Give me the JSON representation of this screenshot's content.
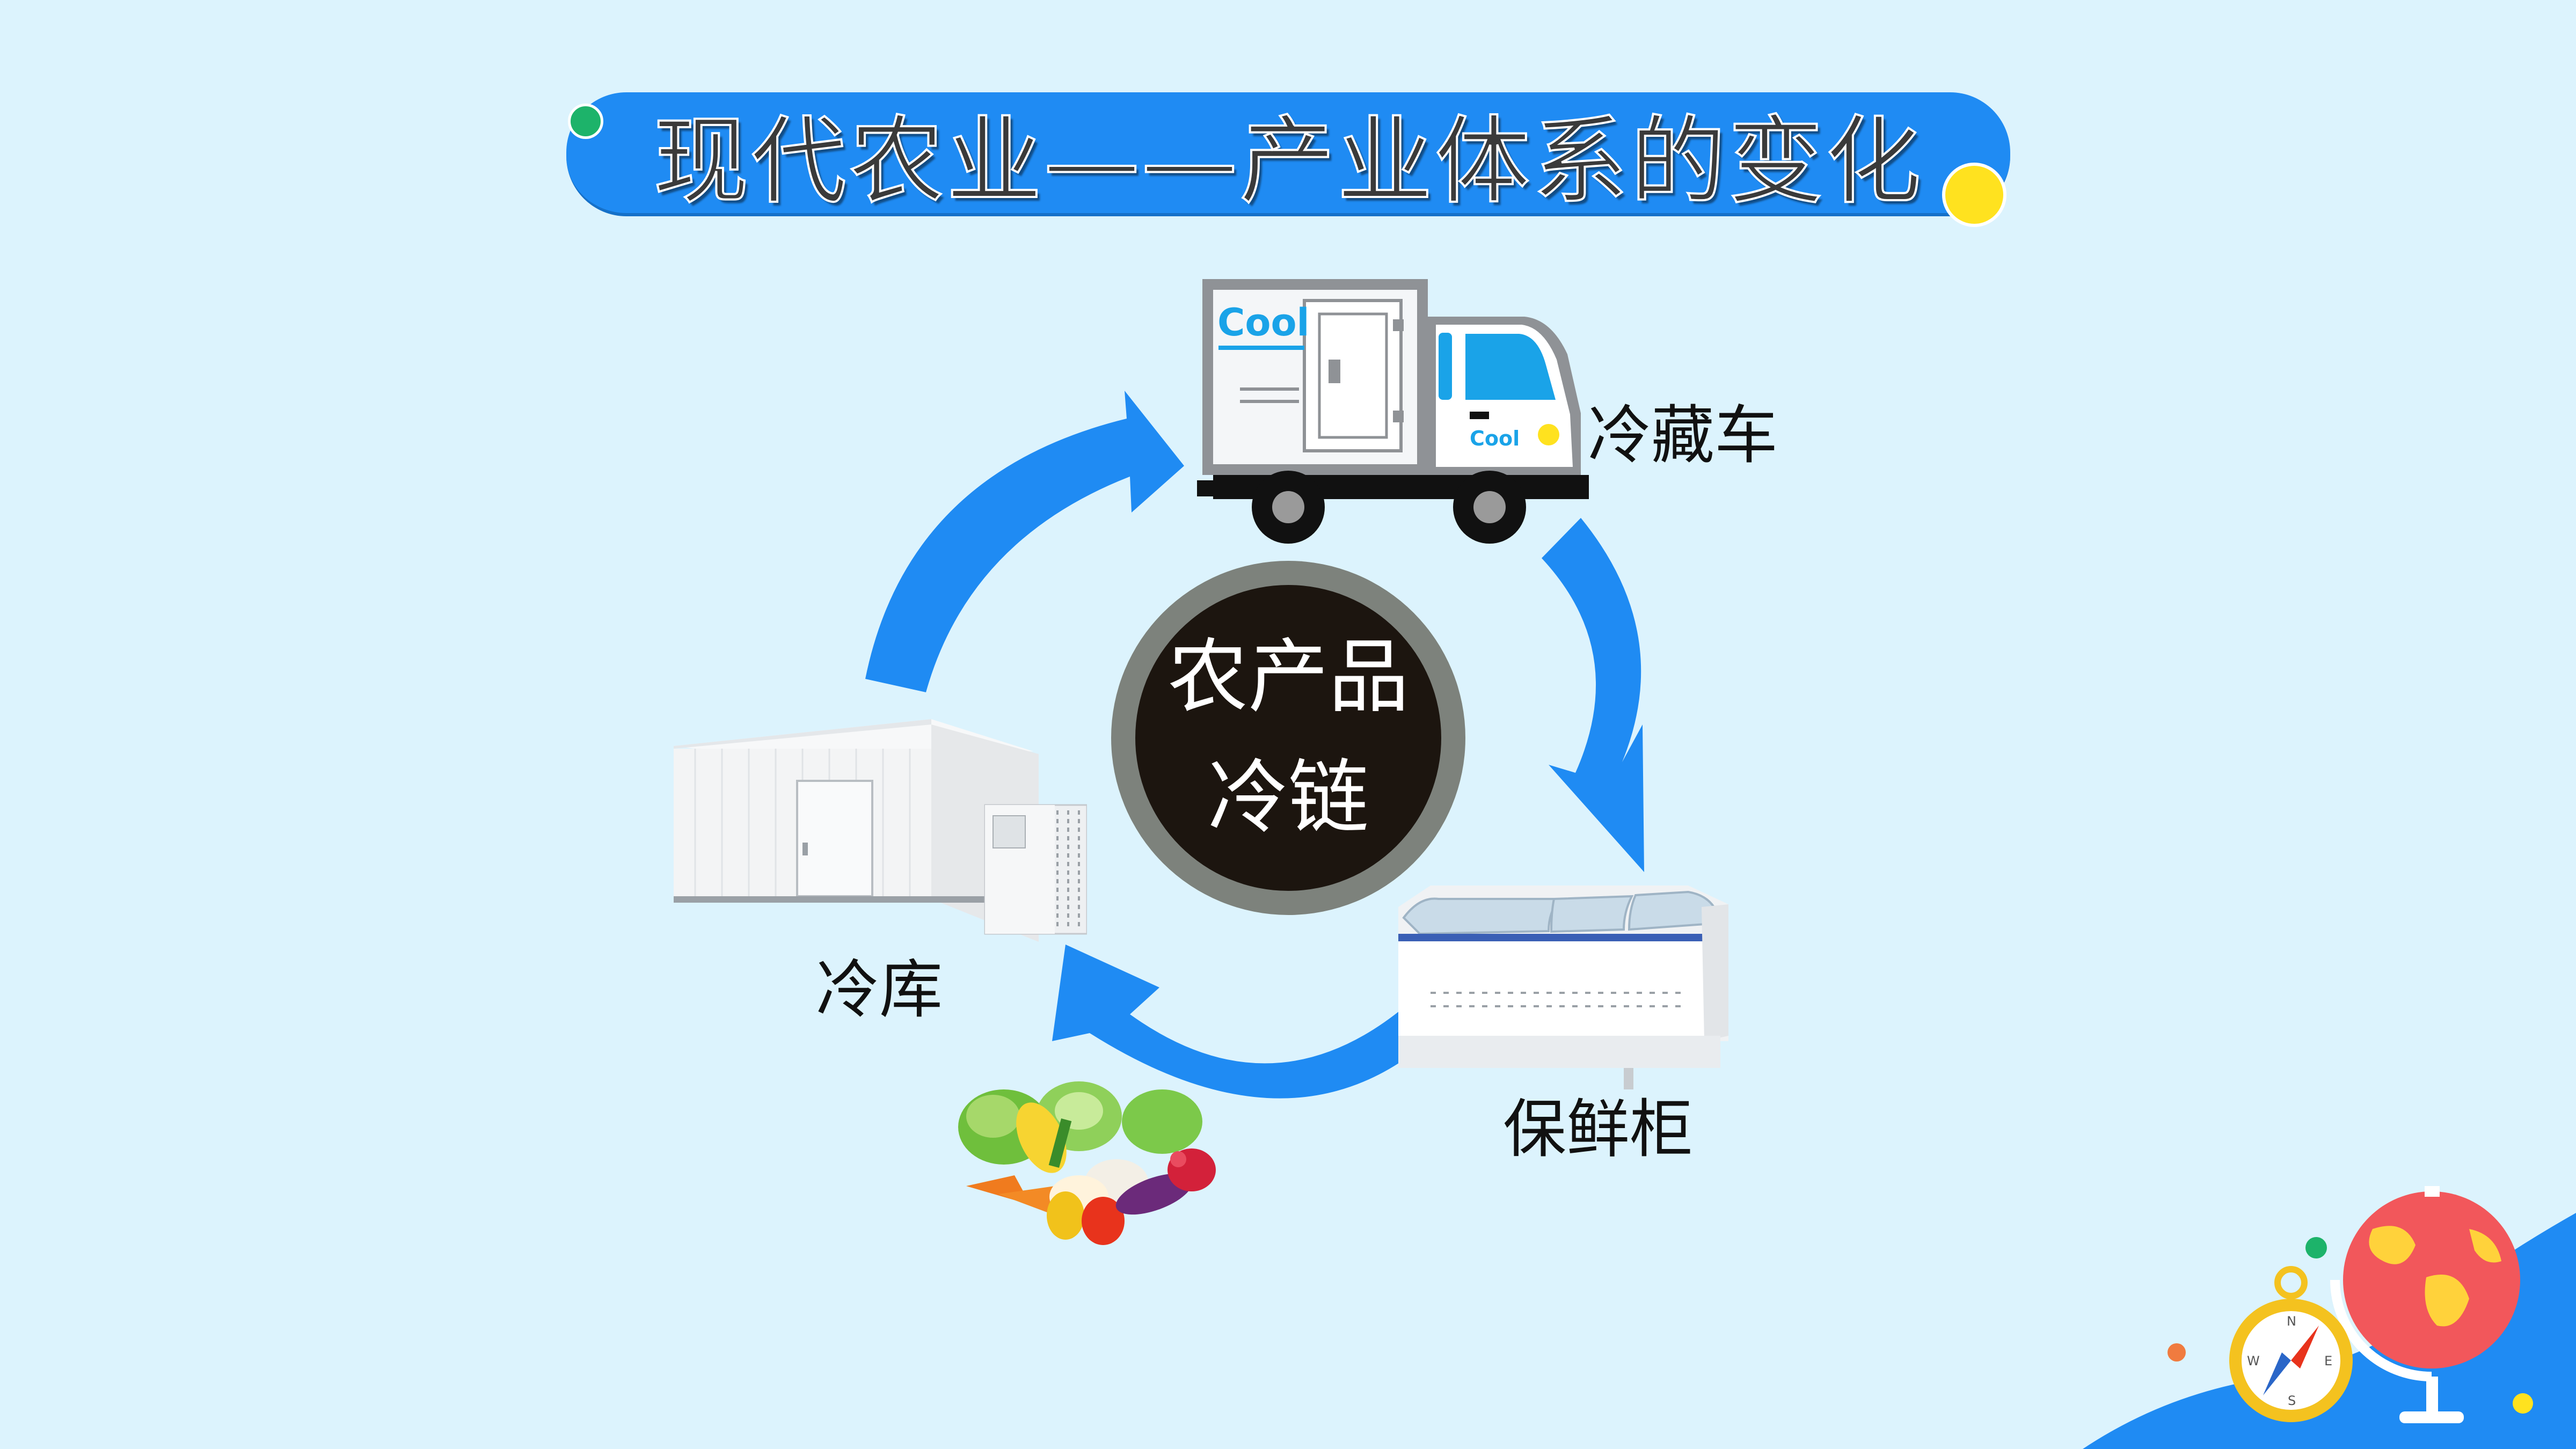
{
  "title": "现代农业——产业体系的变化",
  "center": {
    "line1": "农产品",
    "line2": "冷链"
  },
  "labels": {
    "refrigerated_truck": "冷藏车",
    "display_freezer": "保鲜柜",
    "cold_storage": "冷库"
  },
  "truck": {
    "brand_large": "Cool",
    "brand_small": "Cool"
  },
  "compass": {
    "n": "N",
    "s": "S",
    "e": "E",
    "w": "W"
  },
  "colors": {
    "background": "#dcf3fd",
    "banner": "#1f8bf3",
    "arrow": "#1f8bf3",
    "center_fill": "#1c150f",
    "center_ring": "#7d827c",
    "accent_yellow": "#ffe21f",
    "accent_green": "#1db36a"
  },
  "icons": [
    "refrigerated-truck-icon",
    "display-freezer-icon",
    "cold-storage-room-icon",
    "vegetables-icon",
    "globe-icon",
    "compass-icon"
  ]
}
